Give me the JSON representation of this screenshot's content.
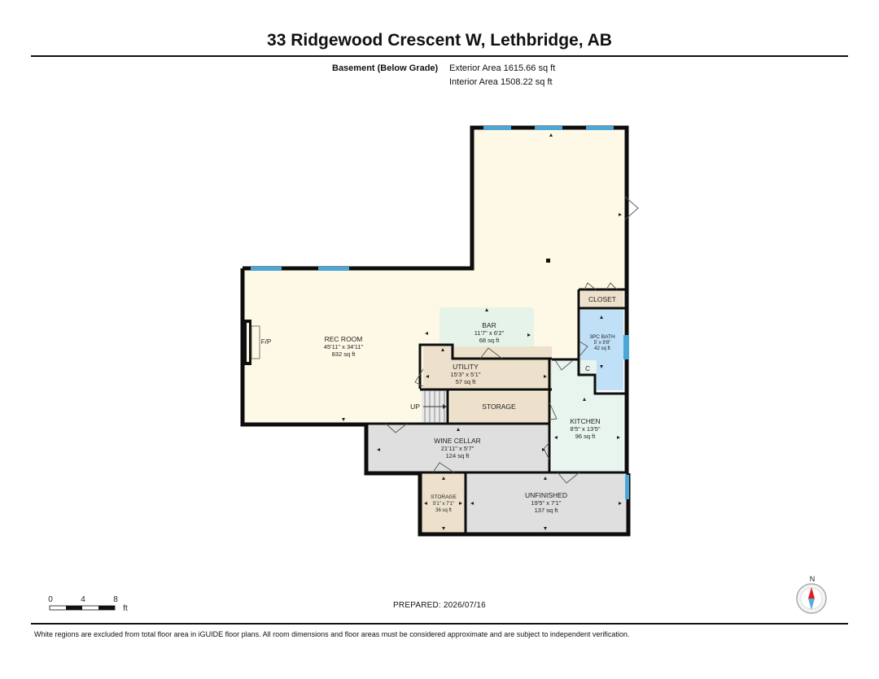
{
  "header": {
    "title": "33 Ridgewood Crescent W, Lethbridge, AB",
    "level": "Basement (Below Grade)",
    "exterior_area": "Exterior Area 1615.66 sq ft",
    "interior_area": "Interior Area 1508.22 sq ft"
  },
  "rooms": {
    "rec_room": {
      "name": "REC ROOM",
      "dims": "45'11\" x 34'11\"",
      "area": "832 sq ft"
    },
    "fireplace": "F/P",
    "bar": {
      "name": "BAR",
      "dims": "11'7\" x 6'2\"",
      "area": "68 sq ft"
    },
    "closet": "CLOSET",
    "bath": {
      "name": "3PC BATH",
      "dims": "5' x 9'8\"",
      "area": "42 sq ft"
    },
    "bath_closet": "C",
    "utility": {
      "name": "UTILITY",
      "dims": "15'3\" x 5'1\"",
      "area": "57 sq ft"
    },
    "storage_main": "STORAGE",
    "stairs": "UP",
    "kitchen": {
      "name": "KITCHEN",
      "dims": "8'5\" x 13'5\"",
      "area": "96 sq ft"
    },
    "wine_cellar": {
      "name": "WINE CELLAR",
      "dims": "21'11\" x 5'7\"",
      "area": "124 sq ft"
    },
    "storage_small": {
      "name": "STORAGE",
      "dims": "5'1\" x 7'1\"",
      "area": "36 sq ft"
    },
    "unfinished": {
      "name": "UNFINISHED",
      "dims": "19'5\" x 7'1\"",
      "area": "137 sq ft"
    }
  },
  "scale": {
    "ticks": [
      "0",
      "4",
      "8"
    ],
    "unit": "ft"
  },
  "compass": {
    "label": "N"
  },
  "footer": {
    "prepared": "PREPARED: 2026/07/16",
    "disclaimer": "White regions are excluded from total floor area in iGUIDE floor plans. All room dimensions and floor areas must be considered approximate and are subject to independent verification."
  },
  "colors": {
    "finished": "#fdf9e6",
    "bar": "#e6f3e8",
    "kitchen": "#e7f5ee",
    "bath": "#bfe0f7",
    "storage": "#ede1cc",
    "unfinished": "#dfdfdf",
    "wall": "#0d0d0d",
    "window": "#4ba7d8"
  }
}
